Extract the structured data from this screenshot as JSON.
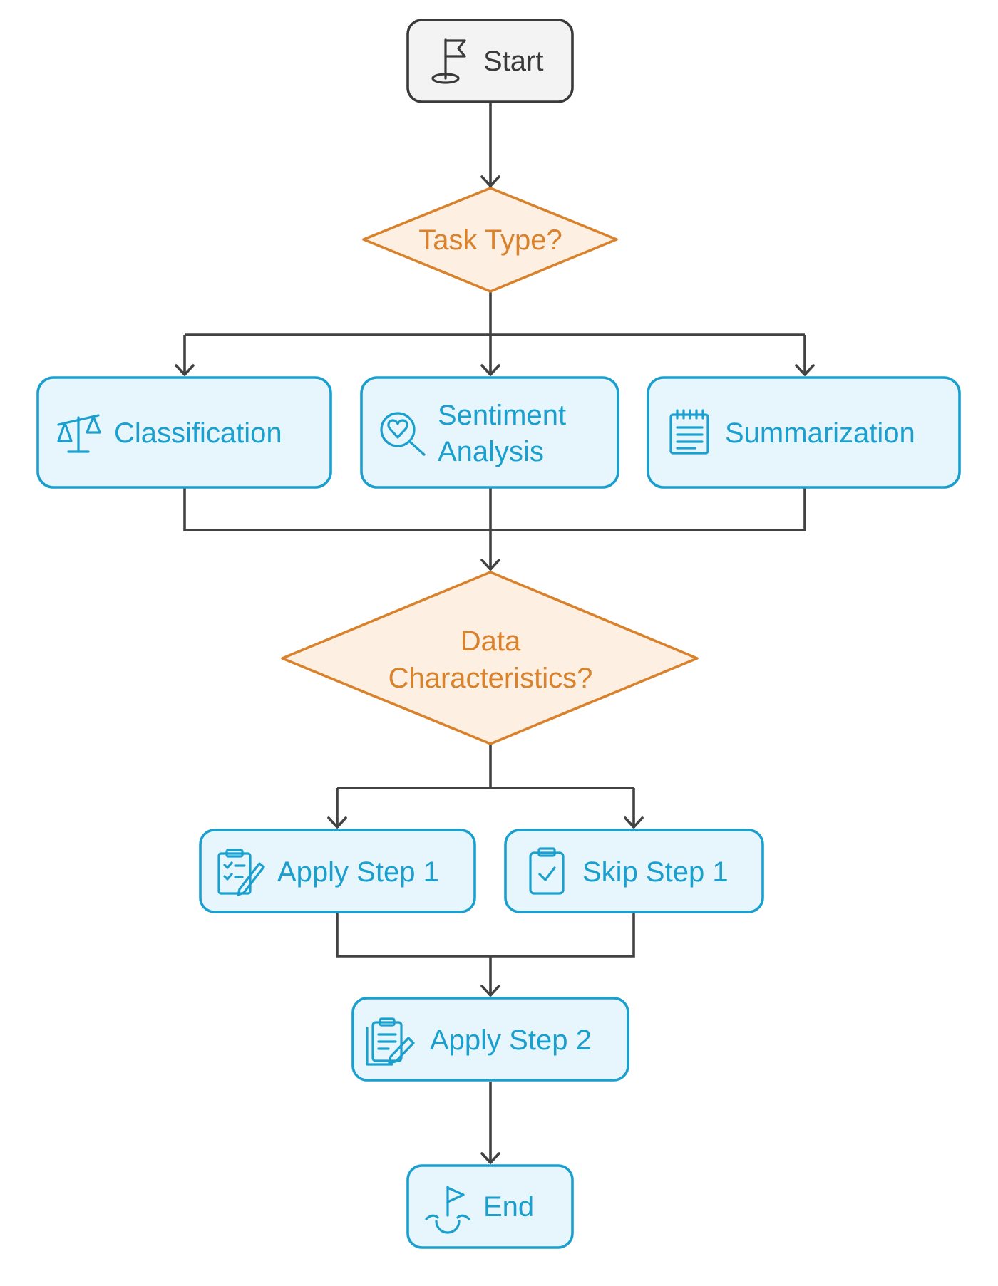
{
  "diagram": {
    "nodes": {
      "start": {
        "label": "Start",
        "icon": "flag-icon"
      },
      "task_type": {
        "label": "Task Type?"
      },
      "classification": {
        "label": "Classification",
        "icon": "scales-icon"
      },
      "sentiment": {
        "line1": "Sentiment",
        "line2": "Analysis",
        "icon": "heart-search-icon"
      },
      "summarization": {
        "label": "Summarization",
        "icon": "notepad-icon"
      },
      "data_char": {
        "line1": "Data",
        "line2": "Characteristics?"
      },
      "apply_step1": {
        "label": "Apply Step 1",
        "icon": "clipboard-edit-icon"
      },
      "skip_step1": {
        "label": "Skip Step 1",
        "icon": "clipboard-check-icon"
      },
      "apply_step2": {
        "label": "Apply Step 2",
        "icon": "clipboard-pencil-icon"
      },
      "end": {
        "label": "End",
        "icon": "finish-flag-icon"
      }
    },
    "colors": {
      "process_fill": "#e6f6fc",
      "process_stroke": "#1b9fce",
      "decision_fill": "#fdefe2",
      "decision_stroke": "#d9822b",
      "terminal_fill": "#f3f3f3",
      "terminal_stroke": "#3a3a3a",
      "edge": "#424242"
    }
  }
}
